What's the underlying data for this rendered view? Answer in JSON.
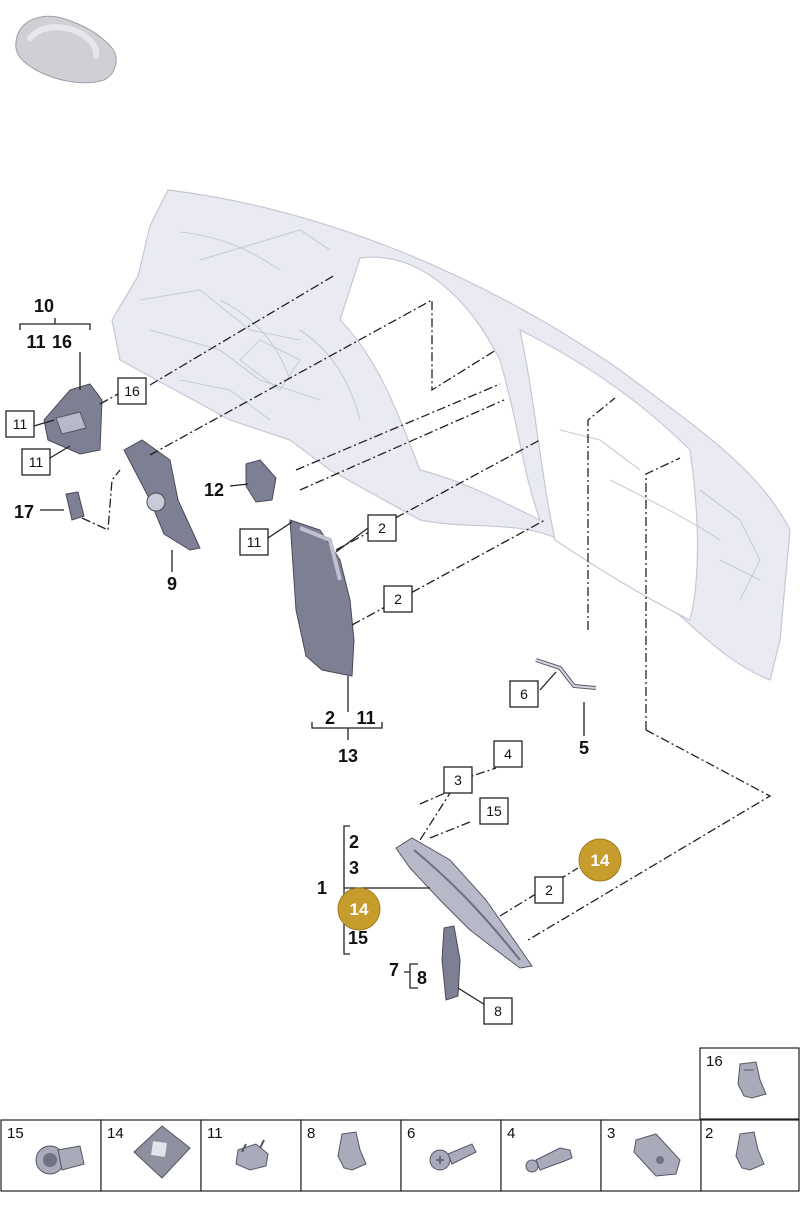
{
  "badge_color": "#c69c2c",
  "callouts": [
    {
      "id": "c10",
      "text": "10"
    },
    {
      "id": "c11a",
      "text": "11"
    },
    {
      "id": "c16a",
      "text": "16"
    },
    {
      "id": "c12",
      "text": "12"
    },
    {
      "id": "c17",
      "text": "17"
    },
    {
      "id": "c9",
      "text": "9"
    },
    {
      "id": "c2a",
      "text": "2"
    },
    {
      "id": "c11b",
      "text": "11"
    },
    {
      "id": "c13",
      "text": "13"
    },
    {
      "id": "c5",
      "text": "5"
    },
    {
      "id": "c1",
      "text": "1"
    },
    {
      "id": "c2b",
      "text": "2"
    },
    {
      "id": "c3b",
      "text": "3"
    },
    {
      "id": "c15b",
      "text": "15"
    },
    {
      "id": "c7",
      "text": "7"
    },
    {
      "id": "c8b",
      "text": "8"
    }
  ],
  "boxed_refs": [
    {
      "id": "b16",
      "text": "16"
    },
    {
      "id": "b11a",
      "text": "11"
    },
    {
      "id": "b11b",
      "text": "11"
    },
    {
      "id": "b11c",
      "text": "11"
    },
    {
      "id": "b2a",
      "text": "2"
    },
    {
      "id": "b2b",
      "text": "2"
    },
    {
      "id": "b6",
      "text": "6"
    },
    {
      "id": "b4",
      "text": "4"
    },
    {
      "id": "b3",
      "text": "3"
    },
    {
      "id": "b15",
      "text": "15"
    },
    {
      "id": "b2c",
      "text": "2"
    },
    {
      "id": "b8",
      "text": "8"
    }
  ],
  "badges": [
    {
      "id": "k1",
      "text": "14"
    },
    {
      "id": "k2",
      "text": "14"
    }
  ],
  "parts_table": {
    "top_cell": {
      "number": "16",
      "icon": "clip-icon"
    },
    "cells": [
      {
        "number": "15",
        "icon": "grommet-icon"
      },
      {
        "number": "14",
        "icon": "pad-icon"
      },
      {
        "number": "11",
        "icon": "bracket-clip-icon"
      },
      {
        "number": "8",
        "icon": "clip-icon"
      },
      {
        "number": "6",
        "icon": "screw-icon"
      },
      {
        "number": "4",
        "icon": "pin-icon"
      },
      {
        "number": "3",
        "icon": "clip-plate-icon"
      },
      {
        "number": "2",
        "icon": "clip-icon"
      }
    ]
  }
}
